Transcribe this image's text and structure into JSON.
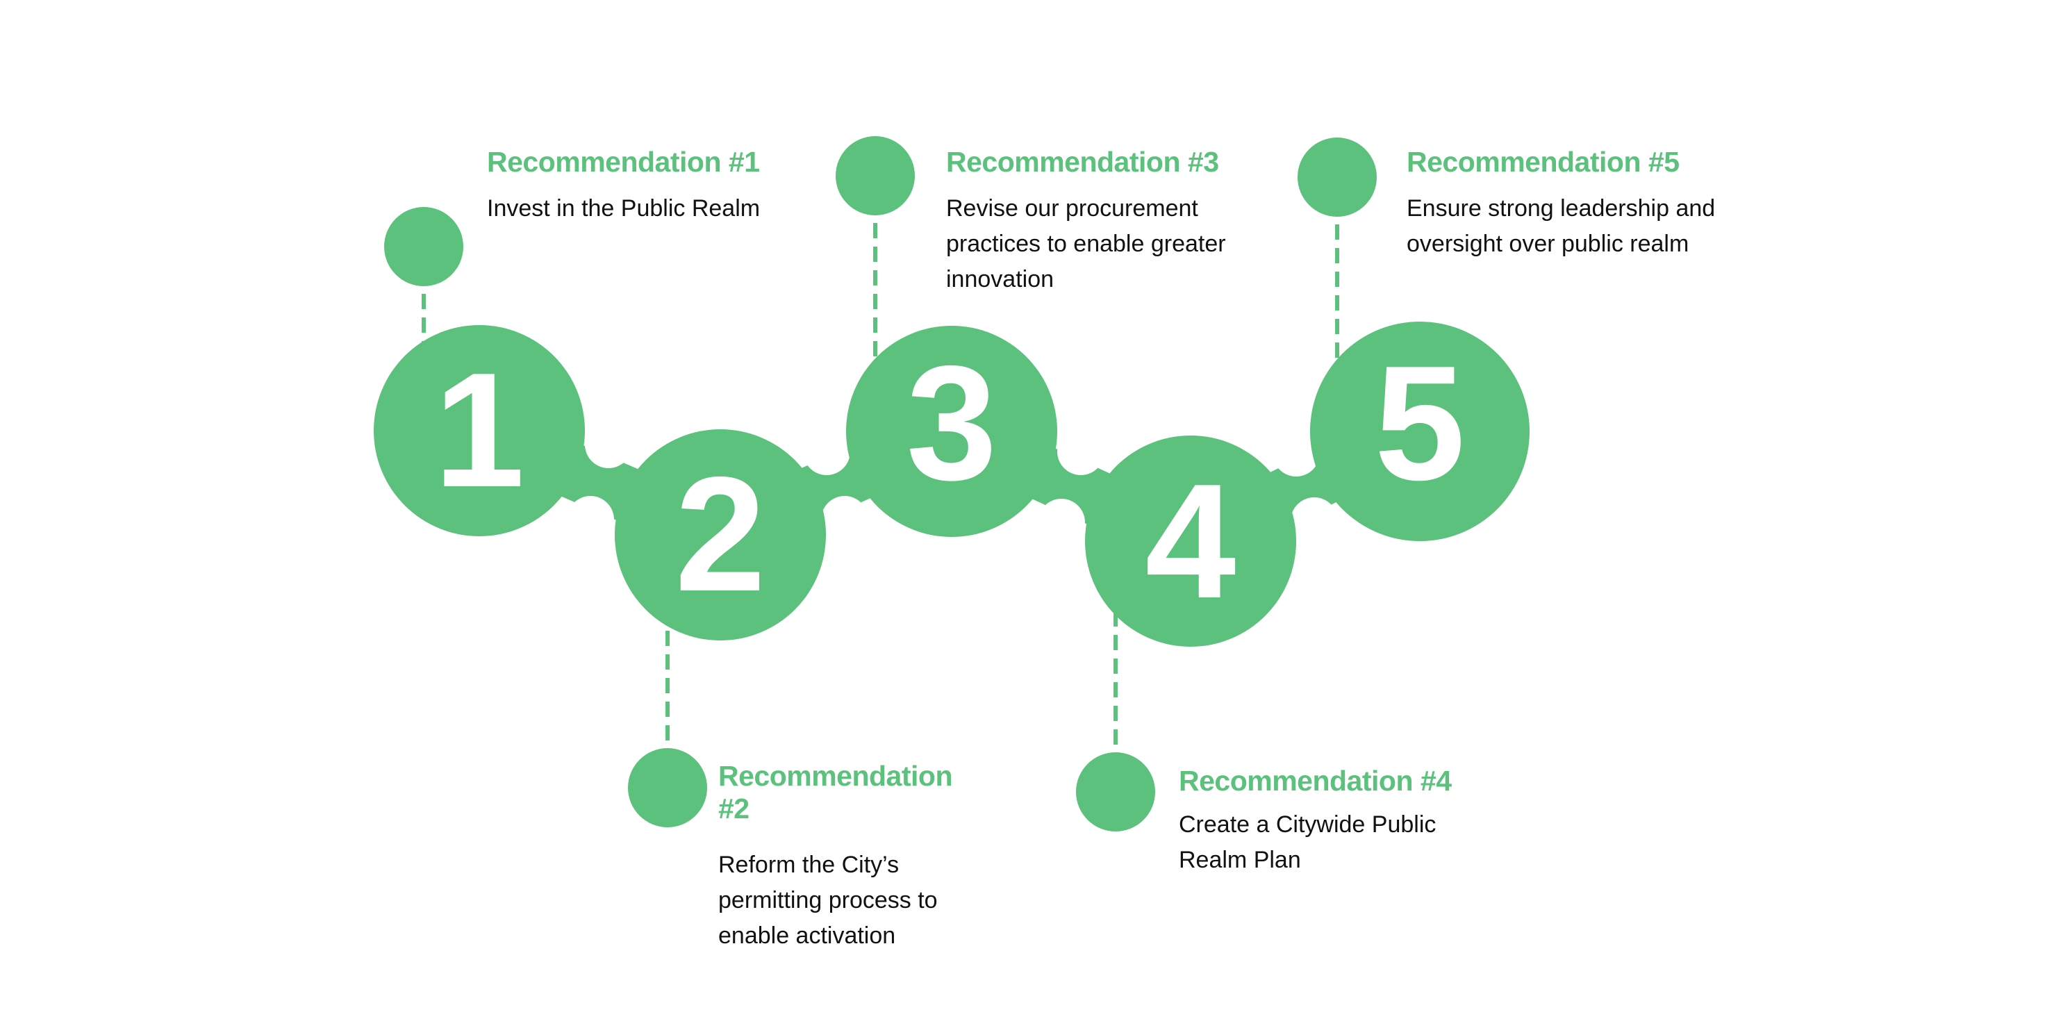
{
  "accent_color": "#5bc17c",
  "steps": [
    {
      "number": "1",
      "title": "Recommendation #1",
      "text": "Invest in the Public Realm"
    },
    {
      "number": "2",
      "title": "Recommendation #2",
      "text": "Reform the City’s permitting process to enable activation"
    },
    {
      "number": "3",
      "title": "Recommendation #3",
      "text": "Revise our procurement practices to enable greater innovation"
    },
    {
      "number": "4",
      "title": "Recommendation #4",
      "text": "Create a Citywide Public Realm Plan"
    },
    {
      "number": "5",
      "title": "Recommendation #5",
      "text": "Ensure strong leadership and oversight over public realm"
    }
  ]
}
